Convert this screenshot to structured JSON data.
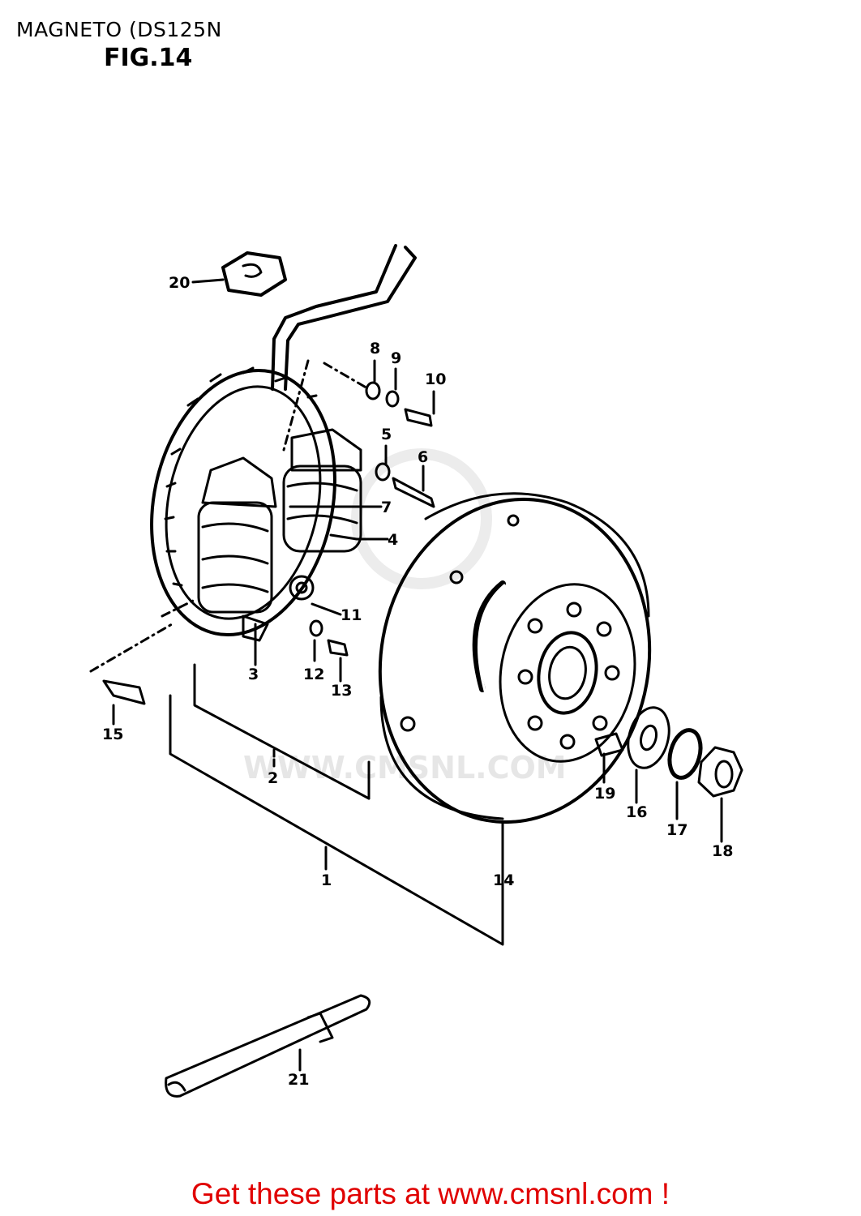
{
  "header": {
    "title": "MAGNETO (DS125N",
    "figure": "FIG.14"
  },
  "watermark": "WWW.CMSNL.COM",
  "callouts": [
    "1",
    "2",
    "3",
    "4",
    "5",
    "6",
    "7",
    "8",
    "9",
    "10",
    "11",
    "12",
    "13",
    "14",
    "15",
    "16",
    "17",
    "18",
    "19",
    "20",
    "21"
  ],
  "footer": {
    "link_text": "Get these parts at www.cmsnl.com !",
    "color": "#e00000"
  }
}
